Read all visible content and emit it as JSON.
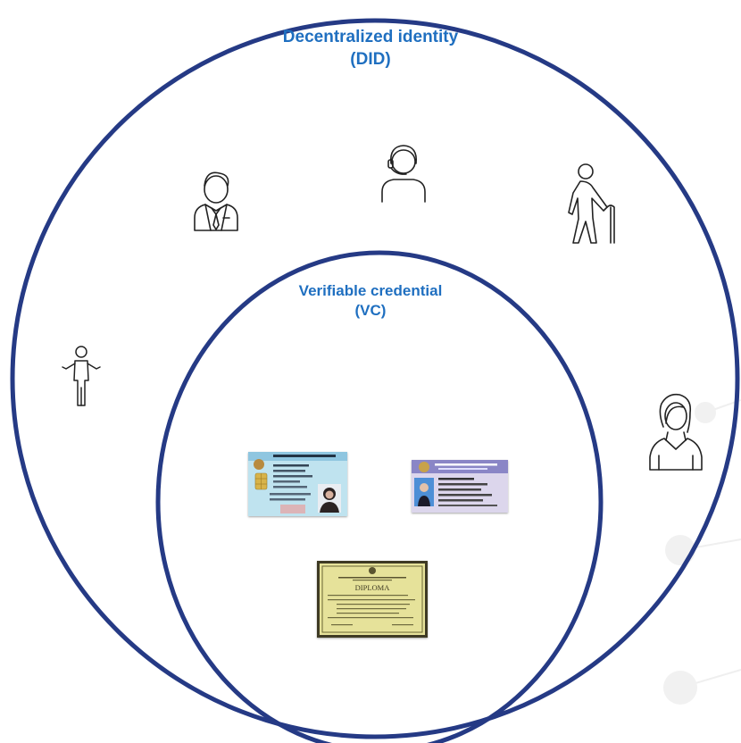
{
  "diagram": {
    "outer": {
      "title_line1": "Decentralized identity",
      "title_line2": "(DID)"
    },
    "inner": {
      "title_line1": "Verifiable credential",
      "title_line2": "(VC)"
    },
    "people_icons": [
      "businessman-icon",
      "support-agent-icon",
      "elderly-person-icon",
      "standing-person-icon",
      "woman-icon"
    ],
    "credentials": [
      "id-card-icon",
      "license-card-icon",
      "diploma-icon"
    ],
    "diploma_text": "DIPLOMA"
  },
  "colors": {
    "circle_stroke": "#253a85",
    "title_text": "#1f6fc0",
    "icon_stroke": "#222222",
    "network_nodes": "#eeeeee"
  }
}
